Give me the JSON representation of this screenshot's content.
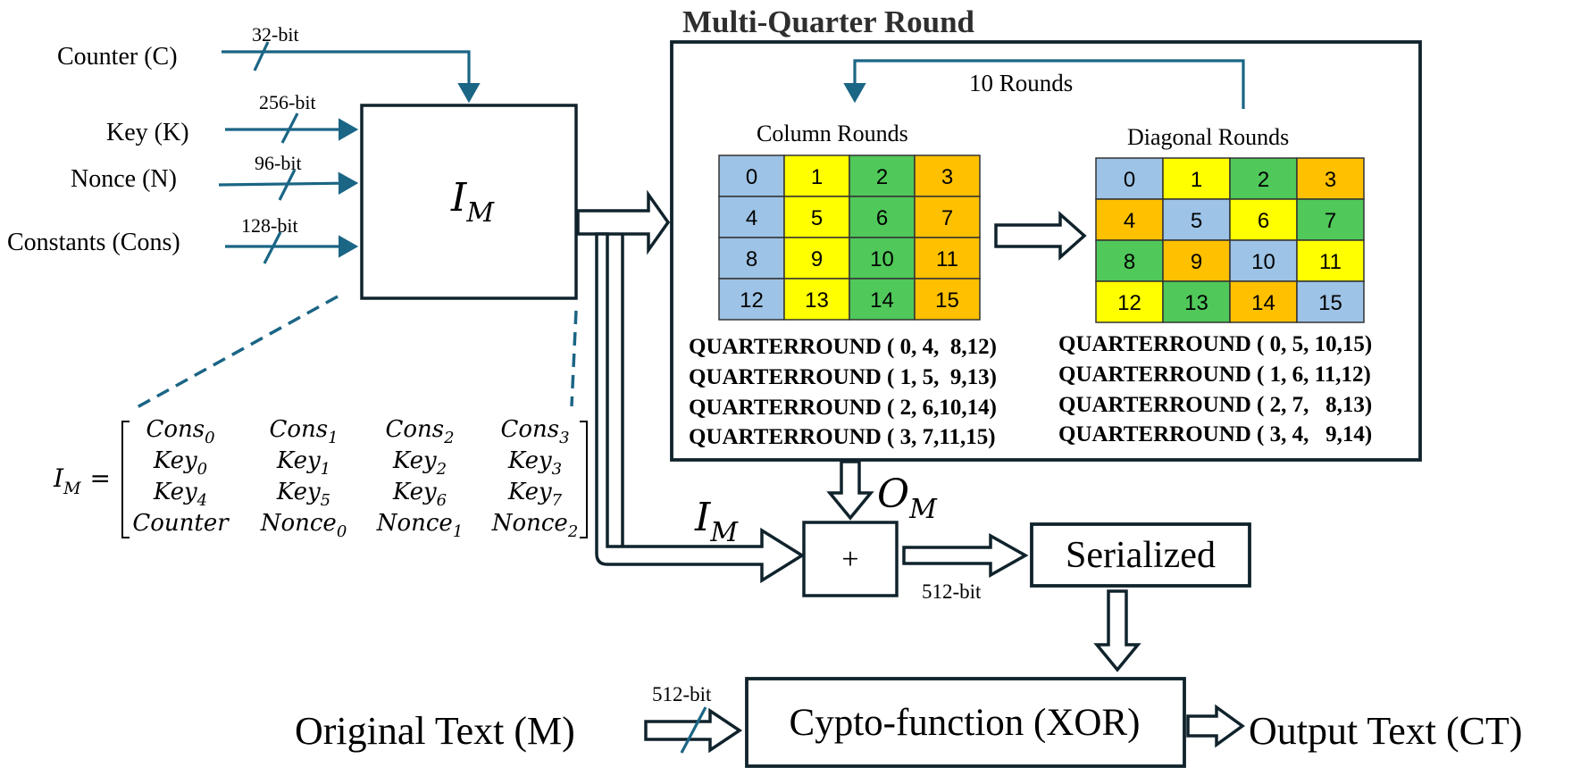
{
  "inputs": {
    "counter": {
      "label": "Counter (C)",
      "bits": "32-bit"
    },
    "key": {
      "label": "Key (K)",
      "bits": "256-bit"
    },
    "nonce": {
      "label": "Nonce (N)",
      "bits": "96-bit"
    },
    "constants": {
      "label": "Constants (Cons)",
      "bits": "128-bit"
    }
  },
  "init_block": {
    "symbol": "I",
    "subscript": "M"
  },
  "matrix": {
    "lhs_symbol": "I",
    "lhs_subscript": "M",
    "equals": "=",
    "rows": [
      [
        {
          "base": "Cons",
          "sub": "0"
        },
        {
          "base": "Cons",
          "sub": "1"
        },
        {
          "base": "Cons",
          "sub": "2"
        },
        {
          "base": "Cons",
          "sub": "3"
        }
      ],
      [
        {
          "base": "Key",
          "sub": "0"
        },
        {
          "base": "Key",
          "sub": "1"
        },
        {
          "base": "Key",
          "sub": "2"
        },
        {
          "base": "Key",
          "sub": "3"
        }
      ],
      [
        {
          "base": "Key",
          "sub": "4"
        },
        {
          "base": "Key",
          "sub": "5"
        },
        {
          "base": "Key",
          "sub": "6"
        },
        {
          "base": "Key",
          "sub": "7"
        }
      ],
      [
        {
          "base": "Counter",
          "sub": ""
        },
        {
          "base": "Nonce",
          "sub": "0"
        },
        {
          "base": "Nonce",
          "sub": "1"
        },
        {
          "base": "Nonce",
          "sub": "2"
        }
      ]
    ]
  },
  "mqr": {
    "title": "Multi-Quarter Round",
    "loop_label": "10 Rounds",
    "column": {
      "title": "Column Rounds",
      "cells": [
        "0",
        "1",
        "2",
        "3",
        "4",
        "5",
        "6",
        "7",
        "8",
        "9",
        "10",
        "11",
        "12",
        "13",
        "14",
        "15"
      ],
      "colors": [
        "blue",
        "yellow",
        "green",
        "orange",
        "blue",
        "yellow",
        "green",
        "orange",
        "blue",
        "yellow",
        "green",
        "orange",
        "blue",
        "yellow",
        "green",
        "orange"
      ],
      "quarterrounds": [
        "QUARTERROUND ( 0, 4,  8,12)",
        "QUARTERROUND ( 1, 5,  9,13)",
        "QUARTERROUND ( 2, 6,10,14)",
        "QUARTERROUND ( 3, 7,11,15)"
      ]
    },
    "diagonal": {
      "title": "Diagonal Rounds",
      "cells": [
        "0",
        "1",
        "2",
        "3",
        "4",
        "5",
        "6",
        "7",
        "8",
        "9",
        "10",
        "11",
        "12",
        "13",
        "14",
        "15"
      ],
      "colors": [
        "blue",
        "yellow",
        "green",
        "orange",
        "orange",
        "blue",
        "yellow",
        "green",
        "green",
        "orange",
        "blue",
        "yellow",
        "yellow",
        "green",
        "orange",
        "blue"
      ],
      "quarterrounds": [
        "QUARTERROUND ( 0, 5, 10,15)",
        "QUARTERROUND ( 1, 6, 11,12)",
        "QUARTERROUND ( 2, 7,   8,13)",
        "QUARTERROUND ( 3, 4,   9,14)"
      ]
    }
  },
  "output_matrix": {
    "symbol": "O",
    "subscript": "M"
  },
  "feedforward": {
    "symbol": "I",
    "subscript": "M"
  },
  "adder": {
    "symbol": "+"
  },
  "adder_bits": "512-bit",
  "serialized": {
    "label": "Serialized"
  },
  "original_text": {
    "label": "Original Text (M)",
    "bits": "512-bit"
  },
  "crypto": {
    "label": "Cypto-function (XOR)"
  },
  "output_text": {
    "label": "Output Text (CT)"
  },
  "colors": {
    "accent_line": "#1b6585",
    "dark": "#10232c",
    "blue": "#9dc3e6",
    "yellow": "#ffff00",
    "green": "#50c85a",
    "orange": "#ffc000"
  }
}
